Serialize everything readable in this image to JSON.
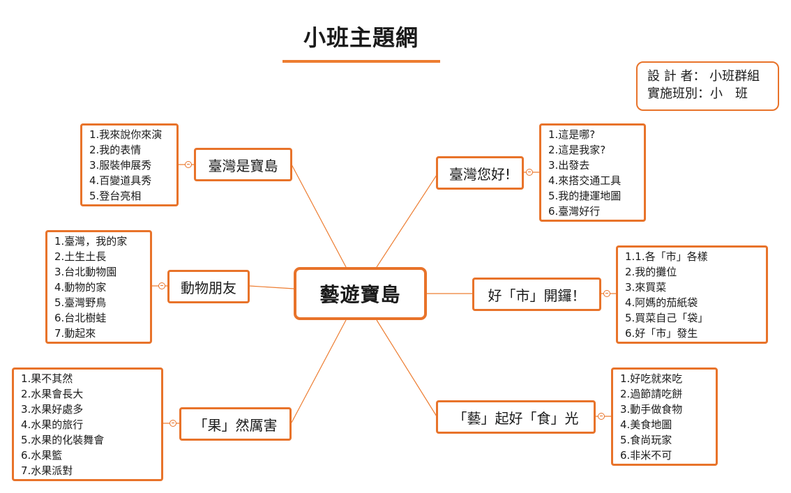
{
  "title": "小班主題網",
  "designer": {
    "line1": "設 計 者： 小班群組",
    "line2": "實施班別：小　班"
  },
  "center": "藝遊寶島",
  "branches": [
    {
      "topic": "臺灣是寶島",
      "items": [
        "1.我來說你來演",
        "2.我的表情",
        "3.服裝伸展秀",
        "4.百變道具秀",
        "5.登台亮相"
      ]
    },
    {
      "topic": "臺灣您好!",
      "items": [
        "1.這是哪?",
        "2.這是我家?",
        "3.出發去",
        "4.來搭交通工具",
        "5.我的捷運地圖",
        "6.臺灣好行"
      ]
    },
    {
      "topic": "動物朋友",
      "items": [
        "1.臺灣，我的家",
        "2.土生土長",
        "3.台北動物園",
        "4.動物的家",
        "5.臺灣野鳥",
        "6.台北樹蛙",
        "7.動起來"
      ]
    },
    {
      "topic": "好「市」開鑼！",
      "items": [
        "1.1.各「市」各樣",
        "2.我的攤位",
        "3.來買菜",
        "4.阿媽的茄紙袋",
        "5.買菜自己「袋」",
        "6.好「市」發生"
      ]
    },
    {
      "topic": "「果」然厲害",
      "items": [
        "1.果不其然",
        "2.水果會長大",
        "3.水果好處多",
        "4.水果的旅行",
        "5.水果的化裝舞會",
        "6.水果籃",
        "7.水果派對"
      ]
    },
    {
      "topic": "「藝」起好「食」光",
      "items": [
        "1.好吃就來吃",
        "2.過節請吃餅",
        "3.動手做食物",
        "4.美食地圖",
        "5.食尚玩家",
        "6.非米不可"
      ]
    }
  ]
}
